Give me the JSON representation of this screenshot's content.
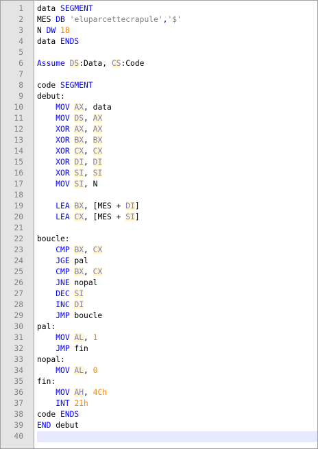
{
  "editor": {
    "lines": [
      [
        [
          "t",
          "data "
        ],
        [
          "k",
          "SEGMENT"
        ]
      ],
      [
        [
          "t",
          "MES "
        ],
        [
          "k",
          "DB"
        ],
        [
          "t",
          " "
        ],
        [
          "s",
          "'eluparcettecrapule'"
        ],
        [
          "p",
          ","
        ],
        [
          "s",
          "'$'"
        ]
      ],
      [
        [
          "t",
          "N "
        ],
        [
          "k",
          "DW"
        ],
        [
          "t",
          " "
        ],
        [
          "n",
          "18"
        ]
      ],
      [
        [
          "t",
          "data "
        ],
        [
          "k",
          "ENDS"
        ]
      ],
      [],
      [
        [
          "k",
          "Assume"
        ],
        [
          "t",
          " "
        ],
        [
          "r",
          "DS"
        ],
        [
          "t",
          ":Data, "
        ],
        [
          "r",
          "CS"
        ],
        [
          "t",
          ":Code"
        ]
      ],
      [],
      [
        [
          "t",
          "code "
        ],
        [
          "k",
          "SEGMENT"
        ]
      ],
      [
        [
          "t",
          "debut:"
        ]
      ],
      [
        [
          "t",
          "    "
        ],
        [
          "k",
          "MOV"
        ],
        [
          "t",
          " "
        ],
        [
          "r",
          "AX"
        ],
        [
          "t",
          ", data"
        ]
      ],
      [
        [
          "t",
          "    "
        ],
        [
          "k",
          "MOV"
        ],
        [
          "t",
          " "
        ],
        [
          "r",
          "DS"
        ],
        [
          "t",
          ", "
        ],
        [
          "r",
          "AX"
        ]
      ],
      [
        [
          "t",
          "    "
        ],
        [
          "k",
          "XOR"
        ],
        [
          "t",
          " "
        ],
        [
          "r",
          "AX"
        ],
        [
          "t",
          ", "
        ],
        [
          "r",
          "AX"
        ]
      ],
      [
        [
          "t",
          "    "
        ],
        [
          "k",
          "XOR"
        ],
        [
          "t",
          " "
        ],
        [
          "r",
          "BX"
        ],
        [
          "t",
          ", "
        ],
        [
          "r",
          "BX"
        ]
      ],
      [
        [
          "t",
          "    "
        ],
        [
          "k",
          "XOR"
        ],
        [
          "t",
          " "
        ],
        [
          "r",
          "CX"
        ],
        [
          "t",
          ", "
        ],
        [
          "r",
          "CX"
        ]
      ],
      [
        [
          "t",
          "    "
        ],
        [
          "k",
          "XOR"
        ],
        [
          "t",
          " "
        ],
        [
          "r",
          "DI"
        ],
        [
          "t",
          ", "
        ],
        [
          "r",
          "DI"
        ]
      ],
      [
        [
          "t",
          "    "
        ],
        [
          "k",
          "XOR"
        ],
        [
          "t",
          " "
        ],
        [
          "r",
          "SI"
        ],
        [
          "t",
          ", "
        ],
        [
          "r",
          "SI"
        ]
      ],
      [
        [
          "t",
          "    "
        ],
        [
          "k",
          "MOV"
        ],
        [
          "t",
          " "
        ],
        [
          "r",
          "SI"
        ],
        [
          "t",
          ", N"
        ]
      ],
      [],
      [
        [
          "t",
          "    "
        ],
        [
          "k",
          "LEA"
        ],
        [
          "t",
          " "
        ],
        [
          "r",
          "BX"
        ],
        [
          "t",
          ", [MES + "
        ],
        [
          "r",
          "DI"
        ],
        [
          "t",
          "]"
        ]
      ],
      [
        [
          "t",
          "    "
        ],
        [
          "k",
          "LEA"
        ],
        [
          "t",
          " "
        ],
        [
          "r",
          "CX"
        ],
        [
          "t",
          ", [MES + "
        ],
        [
          "r",
          "SI"
        ],
        [
          "t",
          "]"
        ]
      ],
      [],
      [
        [
          "t",
          "boucle:"
        ]
      ],
      [
        [
          "t",
          "    "
        ],
        [
          "k",
          "CMP"
        ],
        [
          "t",
          " "
        ],
        [
          "r",
          "BX"
        ],
        [
          "t",
          ", "
        ],
        [
          "r",
          "CX"
        ]
      ],
      [
        [
          "t",
          "    "
        ],
        [
          "k",
          "JGE"
        ],
        [
          "t",
          " pal"
        ]
      ],
      [
        [
          "t",
          "    "
        ],
        [
          "k",
          "CMP"
        ],
        [
          "t",
          " "
        ],
        [
          "r",
          "BX"
        ],
        [
          "t",
          ", "
        ],
        [
          "r",
          "CX"
        ]
      ],
      [
        [
          "t",
          "    "
        ],
        [
          "k",
          "JNE"
        ],
        [
          "t",
          " nopal"
        ]
      ],
      [
        [
          "t",
          "    "
        ],
        [
          "k",
          "DEC"
        ],
        [
          "t",
          " "
        ],
        [
          "r",
          "SI"
        ]
      ],
      [
        [
          "t",
          "    "
        ],
        [
          "k",
          "INC"
        ],
        [
          "t",
          " "
        ],
        [
          "r",
          "DI"
        ]
      ],
      [
        [
          "t",
          "    "
        ],
        [
          "k",
          "JMP"
        ],
        [
          "t",
          " boucle"
        ]
      ],
      [
        [
          "t",
          "pal:"
        ]
      ],
      [
        [
          "t",
          "    "
        ],
        [
          "k",
          "MOV"
        ],
        [
          "t",
          " "
        ],
        [
          "r",
          "AL"
        ],
        [
          "t",
          ", "
        ],
        [
          "n",
          "1"
        ]
      ],
      [
        [
          "t",
          "    "
        ],
        [
          "k",
          "JMP"
        ],
        [
          "t",
          " fin"
        ]
      ],
      [
        [
          "t",
          "nopal:"
        ]
      ],
      [
        [
          "t",
          "    "
        ],
        [
          "k",
          "MOV"
        ],
        [
          "t",
          " "
        ],
        [
          "r",
          "AL"
        ],
        [
          "t",
          ", "
        ],
        [
          "n",
          "0"
        ]
      ],
      [
        [
          "t",
          "fin:"
        ]
      ],
      [
        [
          "t",
          "    "
        ],
        [
          "k",
          "MOV"
        ],
        [
          "t",
          " "
        ],
        [
          "r",
          "AH"
        ],
        [
          "t",
          ", "
        ],
        [
          "n",
          "4Ch"
        ]
      ],
      [
        [
          "t",
          "    "
        ],
        [
          "k",
          "INT"
        ],
        [
          "t",
          " "
        ],
        [
          "n",
          "21h"
        ]
      ],
      [
        [
          "t",
          "code "
        ],
        [
          "k",
          "ENDS"
        ]
      ],
      [
        [
          "k",
          "END"
        ],
        [
          "t",
          " debut"
        ]
      ],
      []
    ],
    "current_line": 40,
    "colors": {
      "keyword": "#0000ff",
      "register": "#8080c0",
      "register_bg": "#fff7d4",
      "number": "#ff8000",
      "string": "#808080",
      "gutter_bg": "#e4e4e4",
      "current_line_bg": "#e8e8ff"
    }
  }
}
